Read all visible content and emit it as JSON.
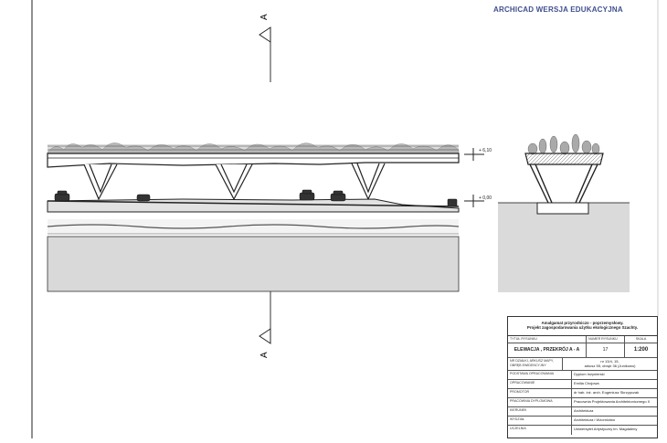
{
  "watermark": "ARCHICAD WERSJA EDUKACYJNA",
  "drawing": {
    "section_marker_top": "A",
    "section_marker_bottom": "A",
    "level_upper": "+ 6,10",
    "level_lower": "+ 0,00"
  },
  "title_block": {
    "project_title_line1": "Amalgamat przyrodniczo - poprzemysłowy.",
    "project_title_line2": "Projekt zagospodarowania użytku ekologicznego Szachty.",
    "col_title": "TYTUŁ RYSUNKU",
    "col_number": "NUMER RYSUNKU",
    "col_scale": "SKALA",
    "drawing_title": "ELEWACJA , PRZEKRÓJ A - A",
    "drawing_number": "17",
    "scale": "1:200",
    "plot_label_1": "NR DZIAŁKI, ARKUSZ MAPY,",
    "plot_label_2": "OBRĘB EWIDENCYJNY",
    "plot_value_1": "nr 13/4, 15,",
    "plot_value_2": "arkusz 55, obręb 36 (Junikowo)",
    "rows": [
      {
        "label": "PODSTAWA OPRACOWANIA",
        "value": "Dyplom Inżynierski"
      },
      {
        "label": "OPRACOWANIE",
        "value": "Emilia Chojowa"
      },
      {
        "label": "PROMOTOR",
        "value": "dr hab. inż. arch. Eugeniusz Skrzypczak"
      },
      {
        "label": "PRACOWNIA DYPLOMOWA",
        "value": "Pracownia Projektowania Architektonicznego II"
      },
      {
        "label": "KIERUNEK",
        "value": "Architektura"
      },
      {
        "label": "WYDZIAŁ",
        "value": "Architektura i Wzornictwo"
      },
      {
        "label": "UCZELNIA",
        "value": "Uniwersytet Artystyczny im. Magdaleny"
      }
    ]
  }
}
